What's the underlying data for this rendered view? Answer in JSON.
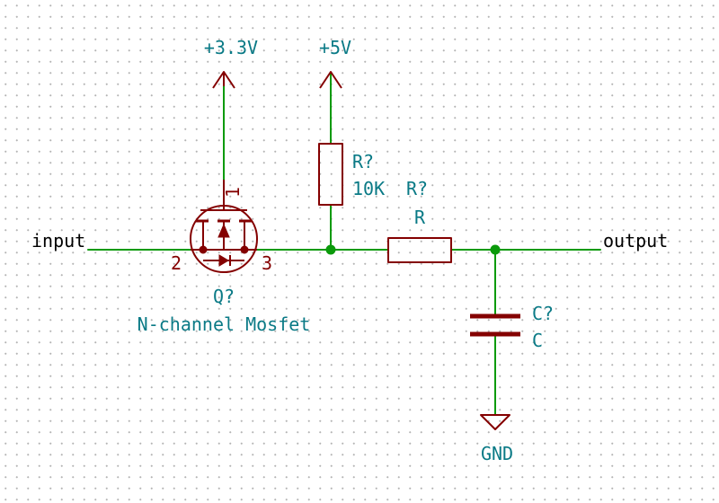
{
  "power": {
    "v33": "+3.3V",
    "v5": "+5V",
    "gnd": "GND"
  },
  "labels": {
    "input": "input",
    "output": "output"
  },
  "mosfet": {
    "ref": "Q?",
    "value": "N-channel Mosfet",
    "pin_gate": "1",
    "pin_left": "2",
    "pin_right": "3"
  },
  "pullup_resistor": {
    "ref": "R?",
    "value": "10K"
  },
  "series_resistor": {
    "ref": "R?",
    "value": "R"
  },
  "capacitor": {
    "ref": "C?",
    "value": "C"
  },
  "colors": {
    "wire": "#0b9a0b",
    "symbol": "#840000",
    "text": "#0a7a86",
    "label": "#000000"
  }
}
